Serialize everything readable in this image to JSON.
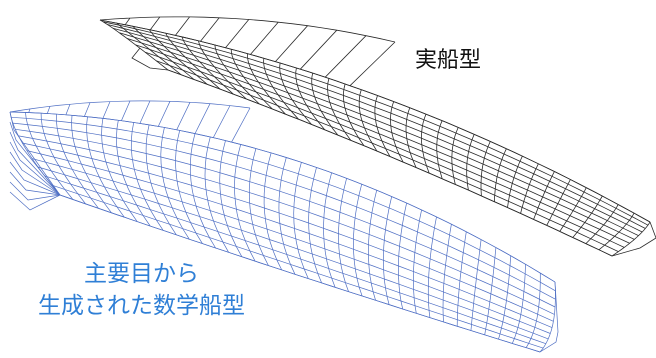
{
  "labels": {
    "real_hull": "実船型",
    "math_hull_line1": "主要目から",
    "math_hull_line2": "生成された数学船型"
  },
  "colors": {
    "real_hull": "#2a2a2a",
    "math_hull": "#4f6fc4",
    "math_label": "#2f7fd6",
    "background": "#ffffff"
  }
}
